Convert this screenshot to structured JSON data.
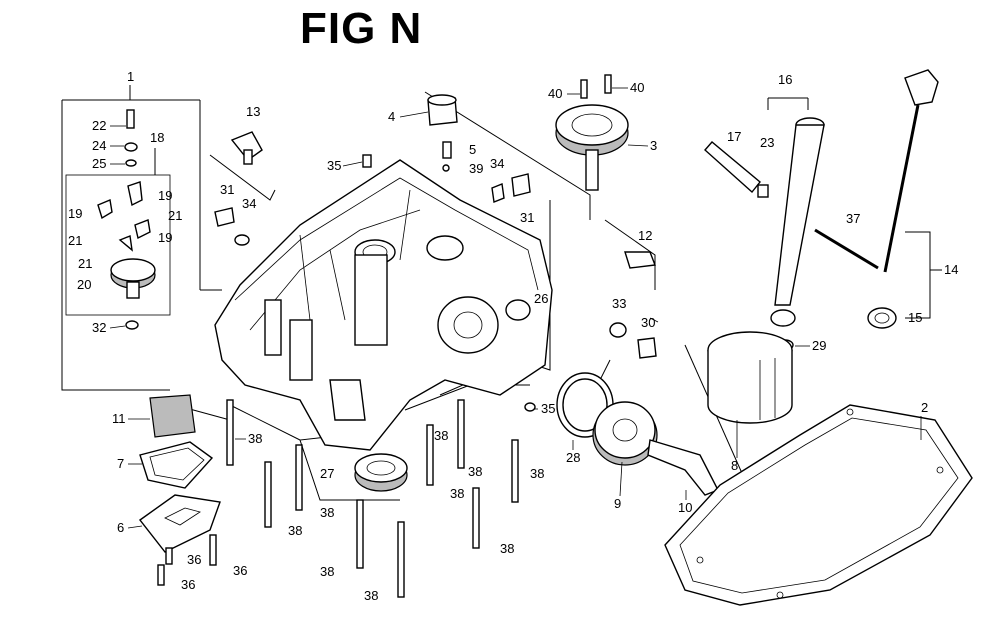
{
  "figure": {
    "title": "FIG N"
  },
  "callouts": [
    "1",
    "22",
    "24",
    "25",
    "18",
    "19",
    "21",
    "19",
    "21",
    "19",
    "21",
    "20",
    "32",
    "13",
    "31",
    "34",
    "4",
    "35",
    "5",
    "39",
    "34",
    "31",
    "40",
    "40",
    "3",
    "16",
    "17",
    "23",
    "37",
    "14",
    "15",
    "12",
    "33",
    "30",
    "29",
    "26",
    "11",
    "38",
    "7",
    "6",
    "36",
    "36",
    "36",
    "27",
    "38",
    "38",
    "38",
    "38",
    "38",
    "38",
    "38",
    "38",
    "38",
    "35",
    "28",
    "9",
    "10",
    "8",
    "2"
  ]
}
